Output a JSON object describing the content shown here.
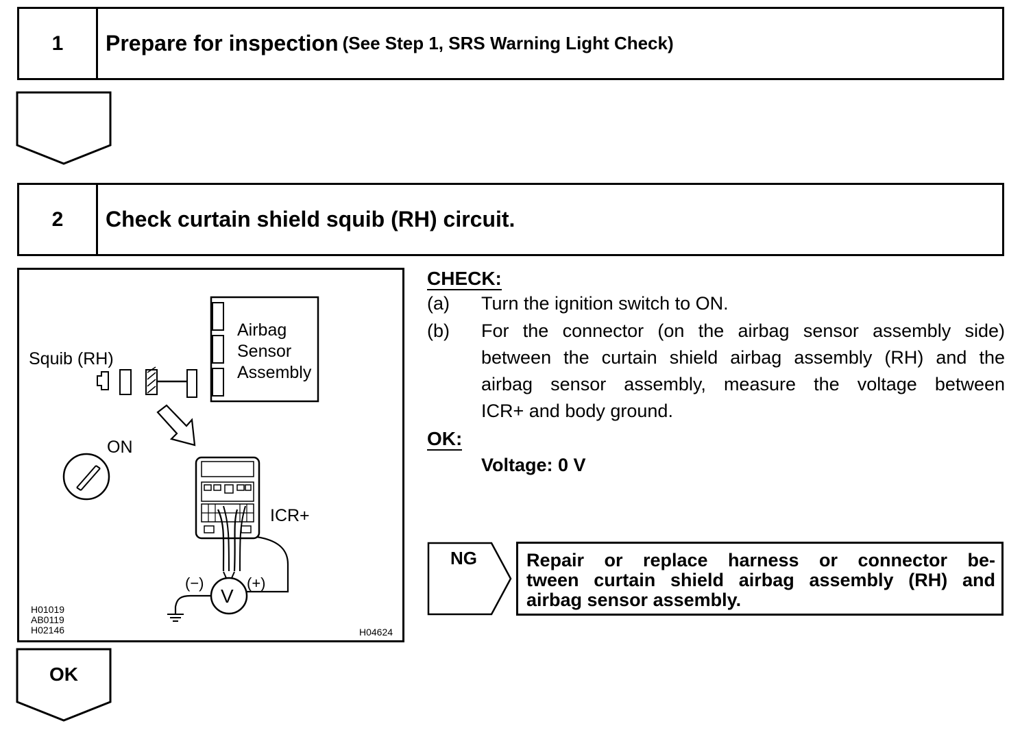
{
  "step1": {
    "number": "1",
    "title": "Prepare for inspection",
    "reference": "(See Step 1, SRS Warning Light Check)"
  },
  "step2": {
    "number": "2",
    "title": "Check curtain shield squib (RH) circuit."
  },
  "figure": {
    "labels": {
      "squib": "Squib (RH)",
      "airbag_line1": "Airbag",
      "airbag_line2": "Sensor",
      "airbag_line3": "Assembly",
      "on": "ON",
      "icr": "ICR+",
      "minus": "(−)",
      "plus": "(+)",
      "volt": "V"
    },
    "codes_left": [
      "H01019",
      "AB0119",
      "H02146"
    ],
    "code_right": "H04624"
  },
  "check": {
    "heading": "CHECK:",
    "items": [
      {
        "label": "(a)",
        "lines": [
          "Turn the ignition switch to ON."
        ]
      },
      {
        "label": "(b)",
        "lines": [
          "For the connector (on the airbag sensor assembly side)",
          "between the curtain shield airbag assembly (RH) and the",
          "airbag sensor assembly, measure the voltage between",
          "ICR+ and body ground."
        ]
      }
    ]
  },
  "ok": {
    "heading": "OK:",
    "spec": "Voltage: 0 V"
  },
  "ng": {
    "label": "NG",
    "lines": [
      "Repair or replace harness or connector be-",
      "tween curtain shield airbag assembly (RH) and",
      "airbag sensor assembly."
    ]
  },
  "ok_arrow": {
    "label": "OK"
  }
}
